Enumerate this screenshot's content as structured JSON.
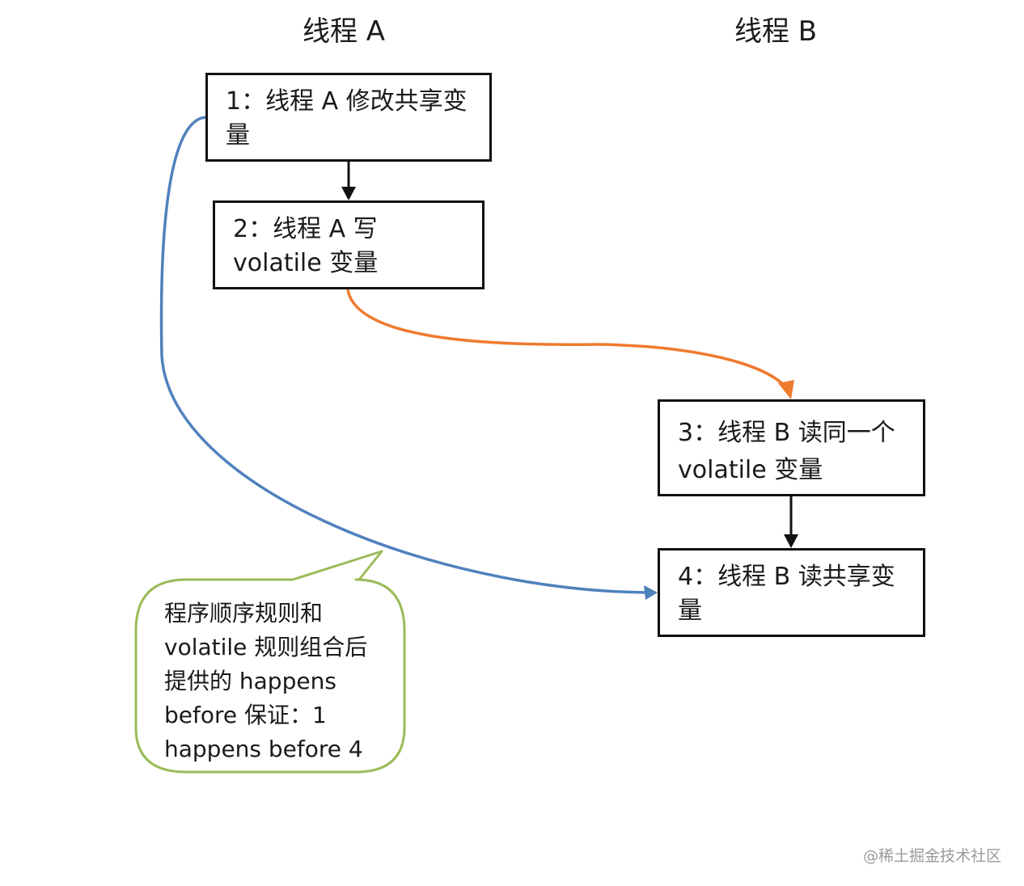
{
  "lanes": {
    "a_title": "线程 A",
    "b_title": "线程 B"
  },
  "steps": [
    {
      "text": "1：线程 A 修改共享变量"
    },
    {
      "text": "2：线程 A 写 volatile 变量"
    },
    {
      "text": "3：线程 B 读同一个 volatile 变量"
    },
    {
      "text": "4：线程 B 读共享变量"
    }
  ],
  "callout": {
    "text": "程序顺序规则和volatile 规则组合后提供的 happens before 保证：1 happens before 4"
  },
  "watermark": "@稀土掘金技术社区",
  "colors": {
    "box_border": "#111111",
    "program_order_arrow": "#111111",
    "volatile_arrow": "#f07a2e",
    "happens_before_arrow": "#4f81bd",
    "callout_border": "#9bbb59"
  }
}
